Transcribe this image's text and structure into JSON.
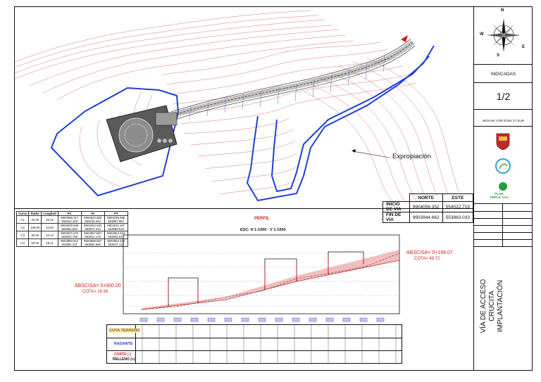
{
  "titleblock": {
    "scale": "INDICADAS",
    "sheet": "1/2",
    "datum": "WGS-84 UTM ZONA 17 SUR",
    "triple_logo": "PLAN\nTRIPLE AAA",
    "project_title": "VÍA DE ACCESO\nCRUCITA\nIMPLANTACIÓN"
  },
  "map": {
    "label_expropiacion": "Expropiación",
    "compass_n": "N",
    "compass_s": "S",
    "compass_e": "E",
    "compass_w": "W"
  },
  "coords_table": {
    "headers": [
      "",
      "NORTE",
      "ESTE"
    ],
    "rows": [
      [
        "INICIO DE VIA",
        "9904056.352",
        "554022.719"
      ],
      [
        "FIN DE VIA",
        "9903944.662",
        "553863.033"
      ]
    ]
  },
  "curves_table": {
    "headers": [
      "Curva",
      "Radio",
      "Longitud",
      "PC",
      "PI",
      "PT"
    ],
    "rows": [
      [
        "C1",
        "40.00",
        "28.42",
        "9904055.317\n554022.193",
        "9904042.882\n554016.464",
        "9904036.565\n553997.867"
      ],
      [
        "C2",
        "108.00",
        "33.63",
        "9904029.949\n553981.684",
        "9904022.832\n553972.314",
        "9904011.187\n553959.618"
      ],
      [
        "C3",
        "30.00",
        "23.13",
        "9903970.072\n553922.769",
        "9903957.857\n553914.170",
        "9903954.534\n553902.817"
      ],
      [
        "C4",
        "60.00",
        "19.11",
        "9903950.912\n553891.237",
        "9903958.697\n553881.980",
        "9903952.520\n553874.132"
      ]
    ]
  },
  "profile": {
    "perfil": "PERFIL",
    "escala": "ESC: H 1:1000 - V 1:1000",
    "abscisa_start": "ABSCISA= 0+000.00",
    "cota_start": "COTA= 16.56",
    "abscisa_end": "ABSCISA= 0+198.07",
    "cota_end": "COTA= 48.72",
    "row_labels": [
      "COTA TERRENO",
      "RASANTE",
      "CORTE (-)",
      "RELLENO (+)"
    ]
  }
}
